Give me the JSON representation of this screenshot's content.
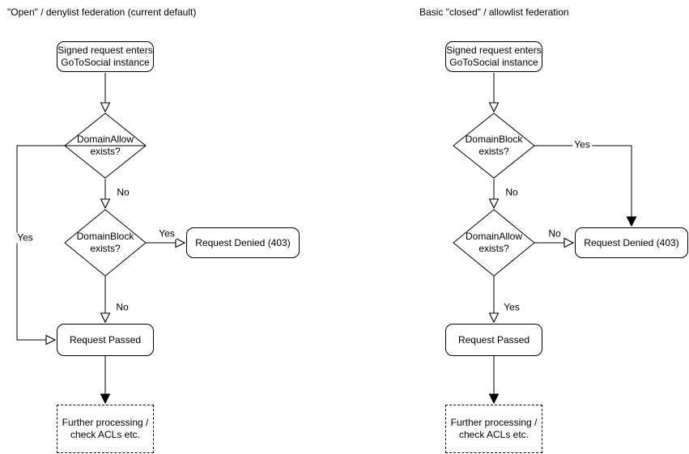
{
  "colors": {
    "stroke": "#000000",
    "node_fill": "#ffffff",
    "text": "#000000",
    "background": "#ffffff"
  },
  "left": {
    "title": "\"Open\" / denylist federation (current default)",
    "nodes": {
      "start": "Signed request enters\nGoToSocial instance",
      "decision1": "DomainAllow\nexists?",
      "decision2": "DomainBlock\nexists?",
      "denied": "Request Denied (403)",
      "passed": "Request Passed",
      "further": "Further processing /\ncheck ACLs etc."
    },
    "edge_labels": {
      "decision1_yes": "Yes",
      "decision1_no": "No",
      "decision2_yes": "Yes",
      "decision2_no": "No"
    }
  },
  "right": {
    "title": "Basic \"closed\" / allowlist federation",
    "nodes": {
      "start": "Signed request enters\nGoToSocial instance",
      "decision1": "DomainBlock\nexists?",
      "decision2": "DomainAllow\nexists?",
      "denied": "Request Denied (403)",
      "passed": "Request Passed",
      "further": "Further processing /\ncheck ACLs etc."
    },
    "edge_labels": {
      "decision1_yes": "Yes",
      "decision1_no": "No",
      "decision2_no": "No",
      "decision2_yes": "Yes"
    }
  }
}
